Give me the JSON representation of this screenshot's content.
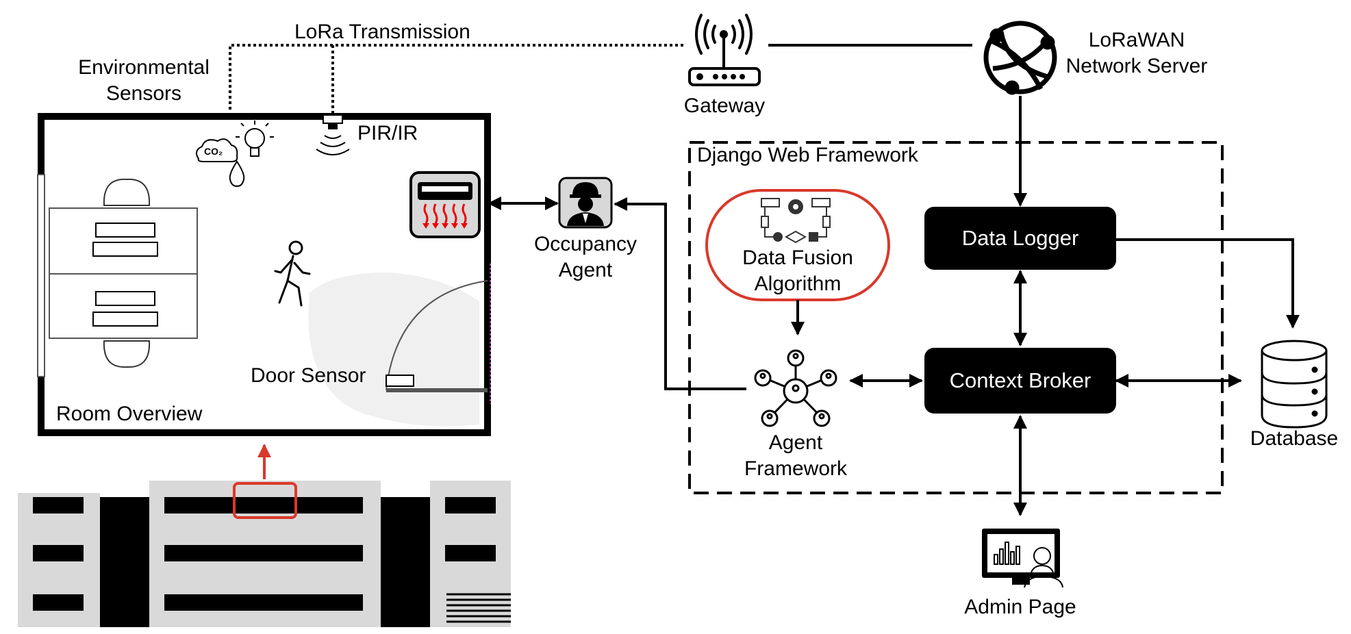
{
  "labels": {
    "lora_transmission": "LoRa Transmission",
    "environmental_sensors_line1": "Environmental",
    "environmental_sensors_line2": "Sensors",
    "pir_ir": "PIR/IR",
    "gateway": "Gateway",
    "lorawan_line1": "LoRaWAN",
    "lorawan_line2": "Network Server",
    "django_web_framework": "Django Web Framework",
    "occupancy_agent_line1": "Occupancy",
    "occupancy_agent_line2": "Agent",
    "data_fusion_line1": "Data Fusion",
    "data_fusion_line2": "Algorithm",
    "data_logger": "Data Logger",
    "context_broker": "Context Broker",
    "agent_framework_line1": "Agent",
    "agent_framework_line2": "Framework",
    "database": "Database",
    "admin_page": "Admin Page",
    "door_sensor": "Door Sensor",
    "room_overview": "Room Overview",
    "co2": "CO₂"
  },
  "colors": {
    "highlight_red": "#d9392b",
    "box_black": "#000000",
    "floorplan_gray": "#d9d9d9"
  },
  "icons": [
    "antenna-gateway-icon",
    "globe-network-icon",
    "occupancy-agent-person-icon",
    "gear-flowchart-icon",
    "agent-network-icon",
    "database-icon",
    "monitor-dashboard-icon",
    "co2-icon",
    "lightbulb-icon",
    "water-drop-icon",
    "pir-sensor-icon",
    "walking-person-icon",
    "air-conditioner-icon"
  ]
}
